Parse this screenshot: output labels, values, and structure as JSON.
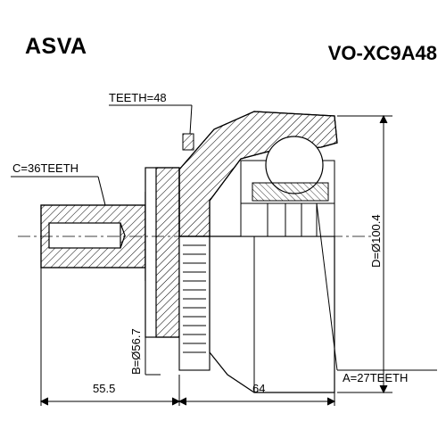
{
  "header": {
    "brand": "ASVA",
    "part_number": "VO-XC9A48"
  },
  "labels": {
    "teeth": "TEETH=48",
    "c_teeth": "C=36TEETH",
    "a_teeth": "A=27TEETH",
    "d_diameter": "D=Ø100.4",
    "b_diameter": "B=Ø56.7",
    "len_shaft": "55.5",
    "len_body": "64"
  }
}
